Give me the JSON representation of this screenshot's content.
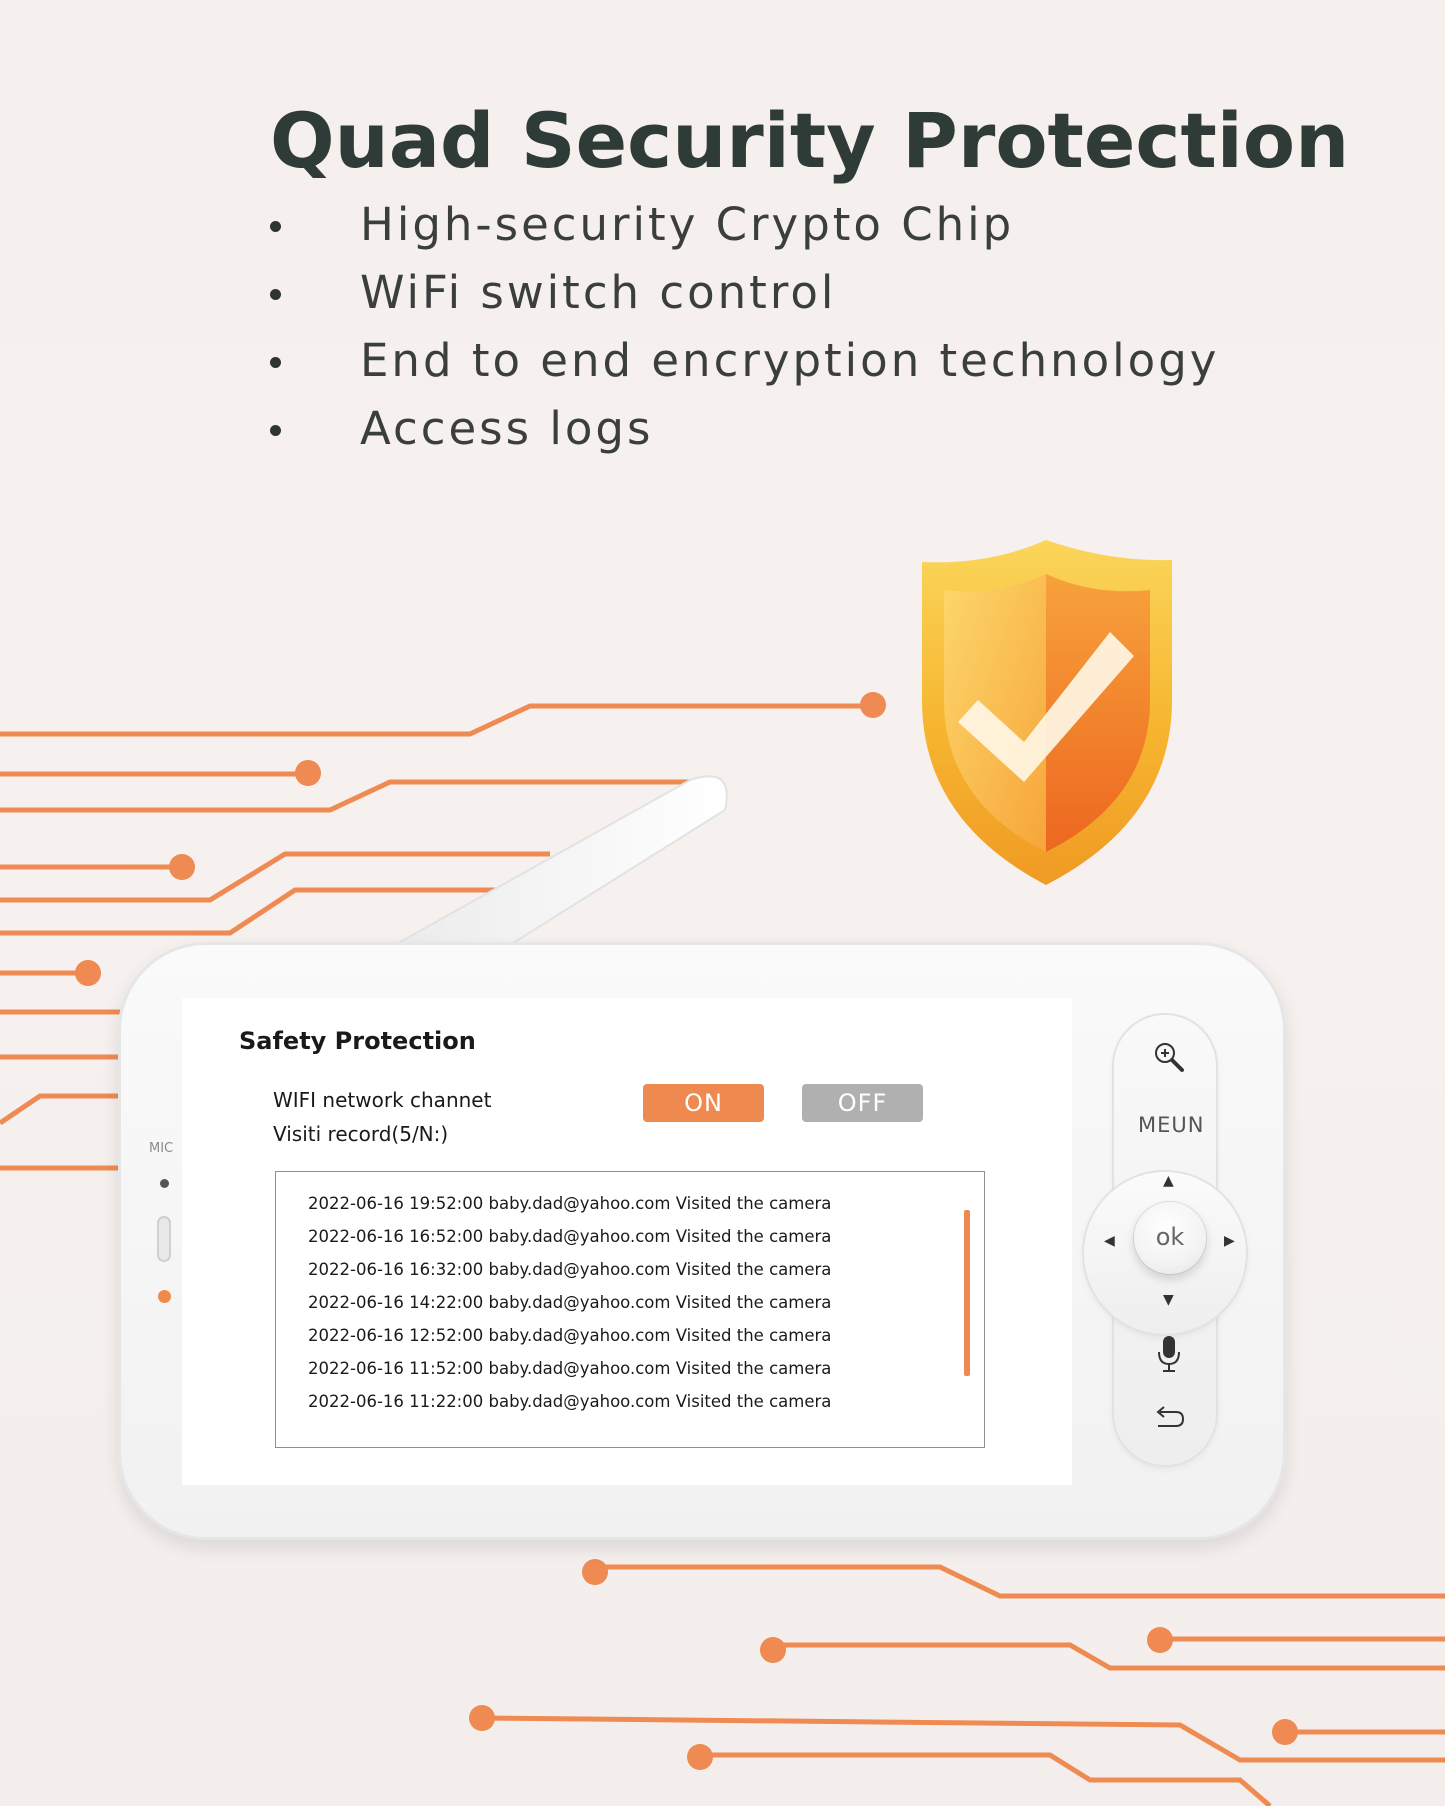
{
  "headline": "Quad Security Protection",
  "features": [
    "High-security Crypto Chip",
    "WiFi switch control",
    "End to end encryption technology",
    "Access logs"
  ],
  "device": {
    "mic_label": "MIC",
    "screen": {
      "title": "Safety Protection",
      "wifi_label": "WIFI network channet",
      "visit_label": "Visiti record(5/N:)",
      "on_label": "ON",
      "off_label": "OFF",
      "logs": [
        "2022-06-16 19:52:00 baby.dad@yahoo.com Visited the camera",
        "2022-06-16 16:52:00 baby.dad@yahoo.com Visited the camera",
        "2022-06-16 16:32:00 baby.dad@yahoo.com Visited the camera",
        "2022-06-16 14:22:00 baby.dad@yahoo.com Visited the camera",
        "2022-06-16 12:52:00 baby.dad@yahoo.com Visited the camera",
        "2022-06-16 11:52:00 baby.dad@yahoo.com Visited the camera",
        "2022-06-16 11:22:00 baby.dad@yahoo.com Visited the camera"
      ]
    },
    "controls": {
      "menu_label": "MEUN",
      "ok_label": "ok",
      "icons": [
        "zoom-in-icon",
        "arrow-up-icon",
        "arrow-down-icon",
        "arrow-left-icon",
        "arrow-right-icon",
        "microphone-icon",
        "back-icon"
      ]
    }
  },
  "colors": {
    "accent": "#ee8a4f",
    "off_button": "#b0b0b0",
    "headline": "#2f3b37",
    "shield_gold": "#f6b52f"
  }
}
